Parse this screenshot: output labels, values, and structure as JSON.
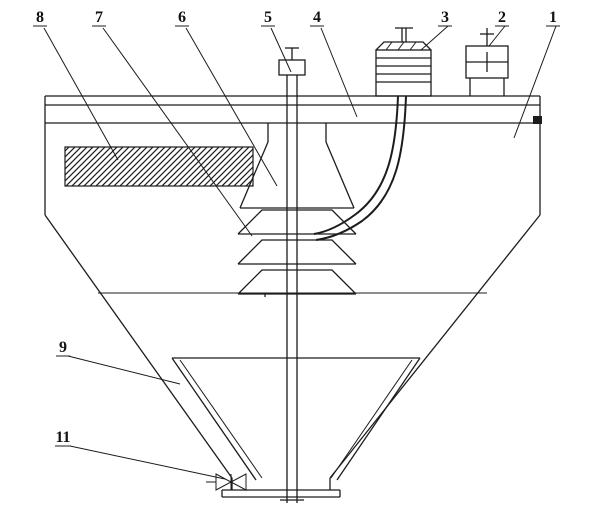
{
  "diagram": {
    "title": "thickener-tank-sectional-drawing",
    "background_color": "#ffffff",
    "line_color": "#1c1c1c",
    "labels": {
      "l1": "1",
      "l2": "2",
      "l3": "3",
      "l4": "4",
      "l5": "5",
      "l6": "6",
      "l7": "7",
      "l8": "8",
      "l9": "9",
      "l11": "11"
    }
  }
}
